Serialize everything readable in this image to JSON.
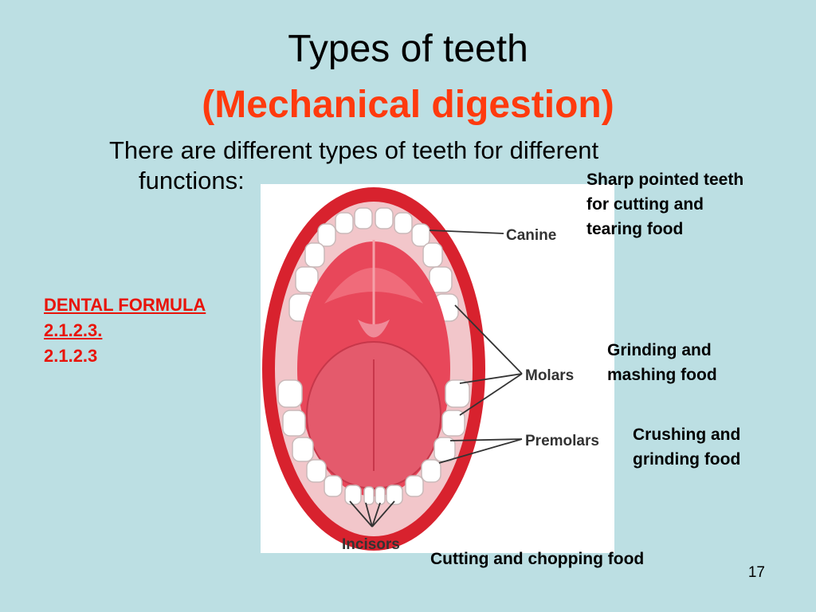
{
  "slide": {
    "title": "Types of teeth",
    "subtitle": "(Mechanical digestion)",
    "intro_line1": "There are different types of teeth for different",
    "intro_line2": "functions:",
    "page_number": "17"
  },
  "dental_formula": {
    "heading": "DENTAL FORMULA",
    "upper": "2.1.2.3.",
    "lower": "2.1.2.3"
  },
  "figure_labels": {
    "canine": "Canine",
    "molars": "Molars",
    "premolars": "Premolars",
    "incisors": "Incisors"
  },
  "descriptions": {
    "canine_line1": "Sharp pointed teeth",
    "canine_line2": "for cutting and",
    "canine_line3": "tearing food",
    "molars_line1": "Grinding and",
    "molars_line2": "mashing food",
    "premolars_line1": "Crushing and",
    "premolars_line2": "grinding food",
    "incisors": "Cutting and chopping food"
  },
  "colors": {
    "background": "#bcdfe3",
    "title_accent": "#ff3a0e",
    "formula": "#e8140a",
    "lips": "#d8222e",
    "mouth": "#e8475a",
    "tongue": "#e45a6c"
  }
}
